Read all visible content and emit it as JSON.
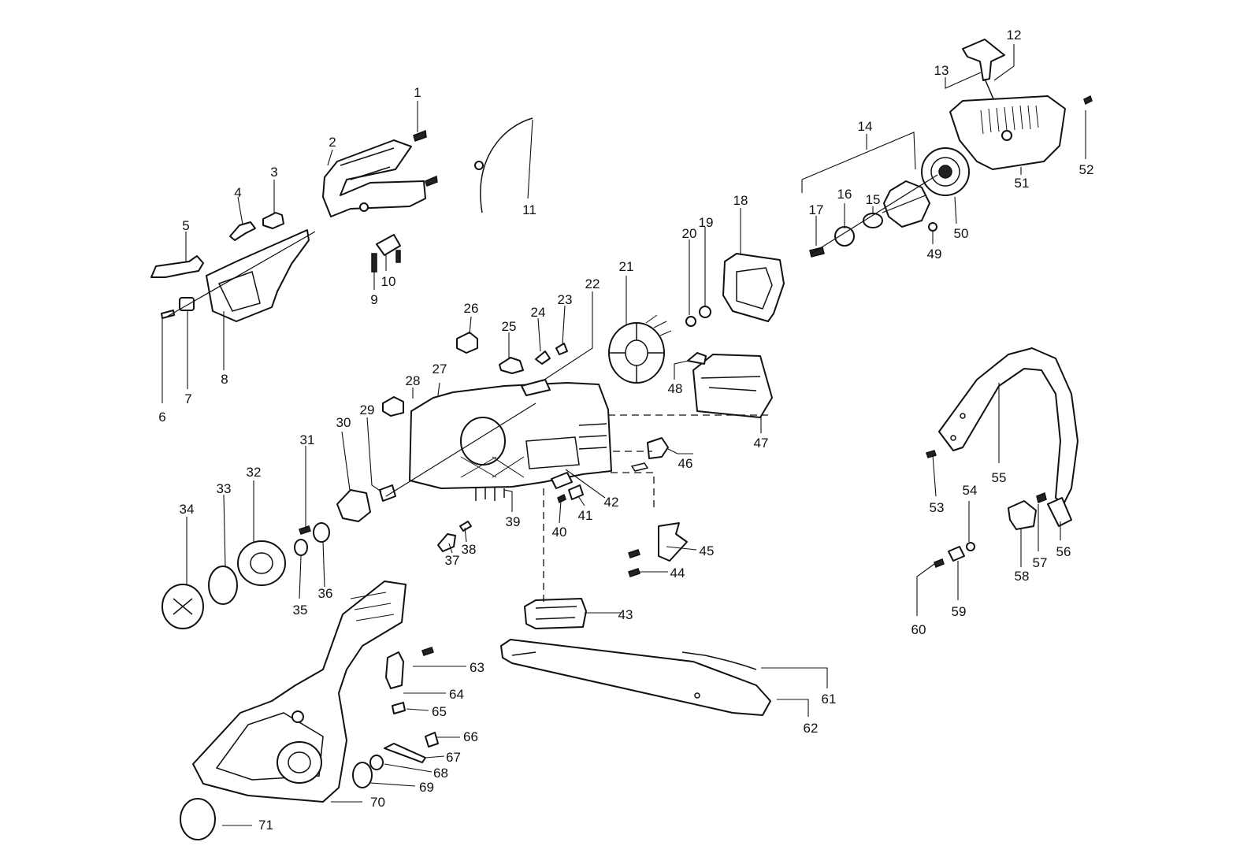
{
  "labels": {
    "1": "1",
    "2": "2",
    "3": "3",
    "4": "4",
    "5": "5",
    "6": "6",
    "7": "7",
    "8": "8",
    "9": "9",
    "10": "10",
    "11": "11",
    "12": "12",
    "13": "13",
    "14": "14",
    "15": "15",
    "16": "16",
    "17": "17",
    "18": "18",
    "19": "19",
    "20": "20",
    "21": "21",
    "22": "22",
    "23": "23",
    "24": "24",
    "25": "25",
    "26": "26",
    "27": "27",
    "28": "28",
    "29": "29",
    "30": "30",
    "31": "31",
    "32": "32",
    "33": "33",
    "34": "34",
    "35": "35",
    "36": "36",
    "37": "37",
    "38": "38",
    "39": "39",
    "40": "40",
    "41": "41",
    "42": "42",
    "43": "43",
    "44": "44",
    "45": "45",
    "46": "46",
    "47": "47",
    "48": "48",
    "49": "49",
    "50": "50",
    "51": "51",
    "52": "52",
    "53": "53",
    "54": "54",
    "55": "55",
    "56": "56",
    "57": "57",
    "58": "58",
    "59": "59",
    "60": "60",
    "61": "61",
    "62": "62",
    "63": "63",
    "64": "64",
    "65": "65",
    "66": "66",
    "67": "67",
    "68": "68",
    "69": "69",
    "70": "70",
    "71": "71"
  },
  "colors": {
    "line": "#111111",
    "background": "#ffffff"
  }
}
